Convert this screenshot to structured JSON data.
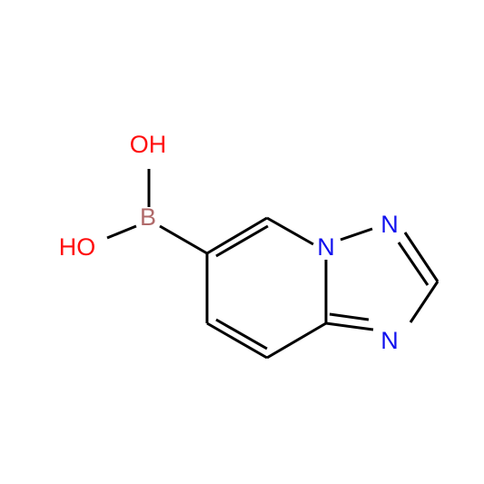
{
  "molecule": {
    "atoms": [
      {
        "id": "oh_top",
        "label": "OH",
        "element": "O",
        "color": "#ff0d0d"
      },
      {
        "id": "oh_left",
        "label": "HO",
        "element": "O",
        "color": "#ff0d0d"
      },
      {
        "id": "boron",
        "label": "B",
        "element": "B",
        "color": "#b06a6a"
      },
      {
        "id": "n1",
        "label": "N",
        "element": "N",
        "color": "#1010ee"
      },
      {
        "id": "n_top",
        "label": "N",
        "element": "N",
        "color": "#1010ee"
      },
      {
        "id": "n_bottom",
        "label": "N",
        "element": "N",
        "color": "#1010ee"
      }
    ]
  },
  "colors": {
    "bond": "#000000",
    "background": "#ffffff"
  }
}
